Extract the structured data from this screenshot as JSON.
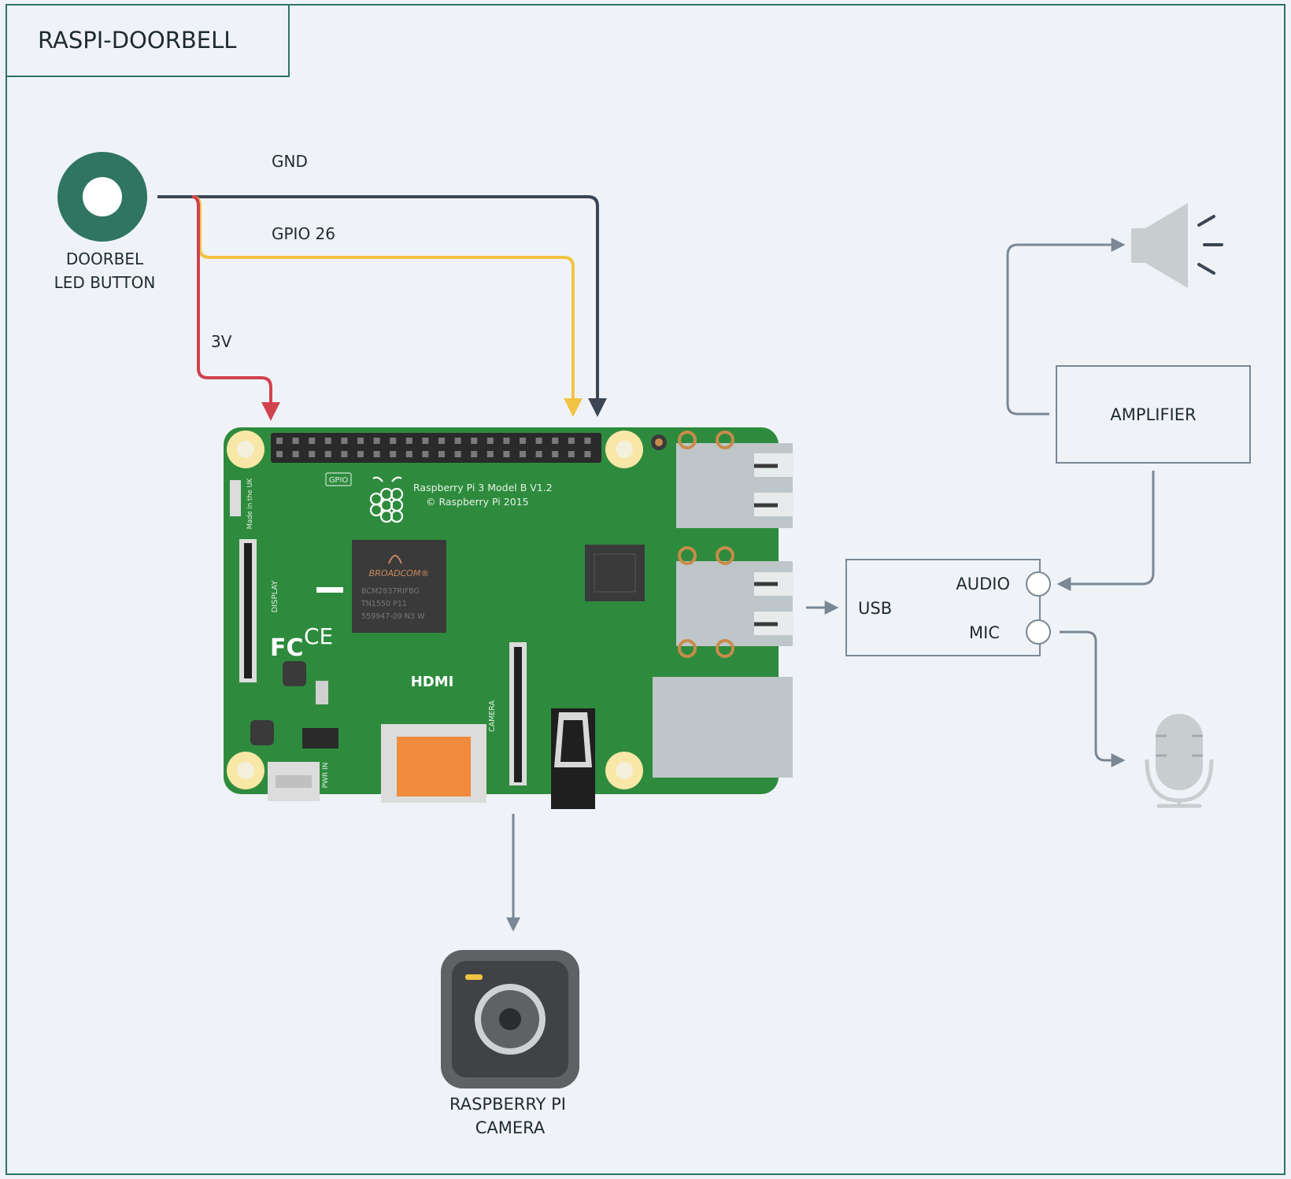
{
  "title": "RASPI-DOORBELL",
  "doorbell": {
    "label_line1": "DOORBEL",
    "label_line2": "LED BUTTON"
  },
  "wires": {
    "gnd": "GND",
    "gpio": "GPIO 26",
    "power": "3V"
  },
  "board": {
    "model_line1": "Raspberry Pi 3 Model B V1.2",
    "model_line2": "© Raspberry Pi 2015",
    "gpio_tag": "GPIO",
    "chip_brand": "BROADCOM®",
    "chip_line1": "BCM2837RIFBG",
    "chip_line2": "TN1550 P11",
    "chip_line3": "559947-09 N3 W",
    "hdmi_label": "HDMI",
    "display_label": "DISPLAY",
    "camera_label": "CAMERA",
    "pwr_label": "PWR IN",
    "made_label": "Made in the UK",
    "fc_mark": "FC",
    "ce_mark": "CE"
  },
  "amplifier": {
    "label": "AMPLIFIER"
  },
  "usb_box": {
    "usb_label": "USB",
    "audio_label": "AUDIO",
    "mic_label": "MIC"
  },
  "camera": {
    "label_line1": "RASPBERRY PI",
    "label_line2": "CAMERA"
  },
  "colors": {
    "background": "#eff3f7",
    "frame": "#2e7462",
    "gnd_wire": "#3b4553",
    "gpio_wire": "#f2c343",
    "power_wire": "#d0424e",
    "connector": "#7b8794",
    "board_green": "#2e8b3d",
    "button_ring": "#2f7562"
  },
  "icons": [
    "speaker-icon",
    "microphone-icon",
    "camera-module-icon",
    "raspberry-logo-icon",
    "doorbell-button-icon"
  ]
}
